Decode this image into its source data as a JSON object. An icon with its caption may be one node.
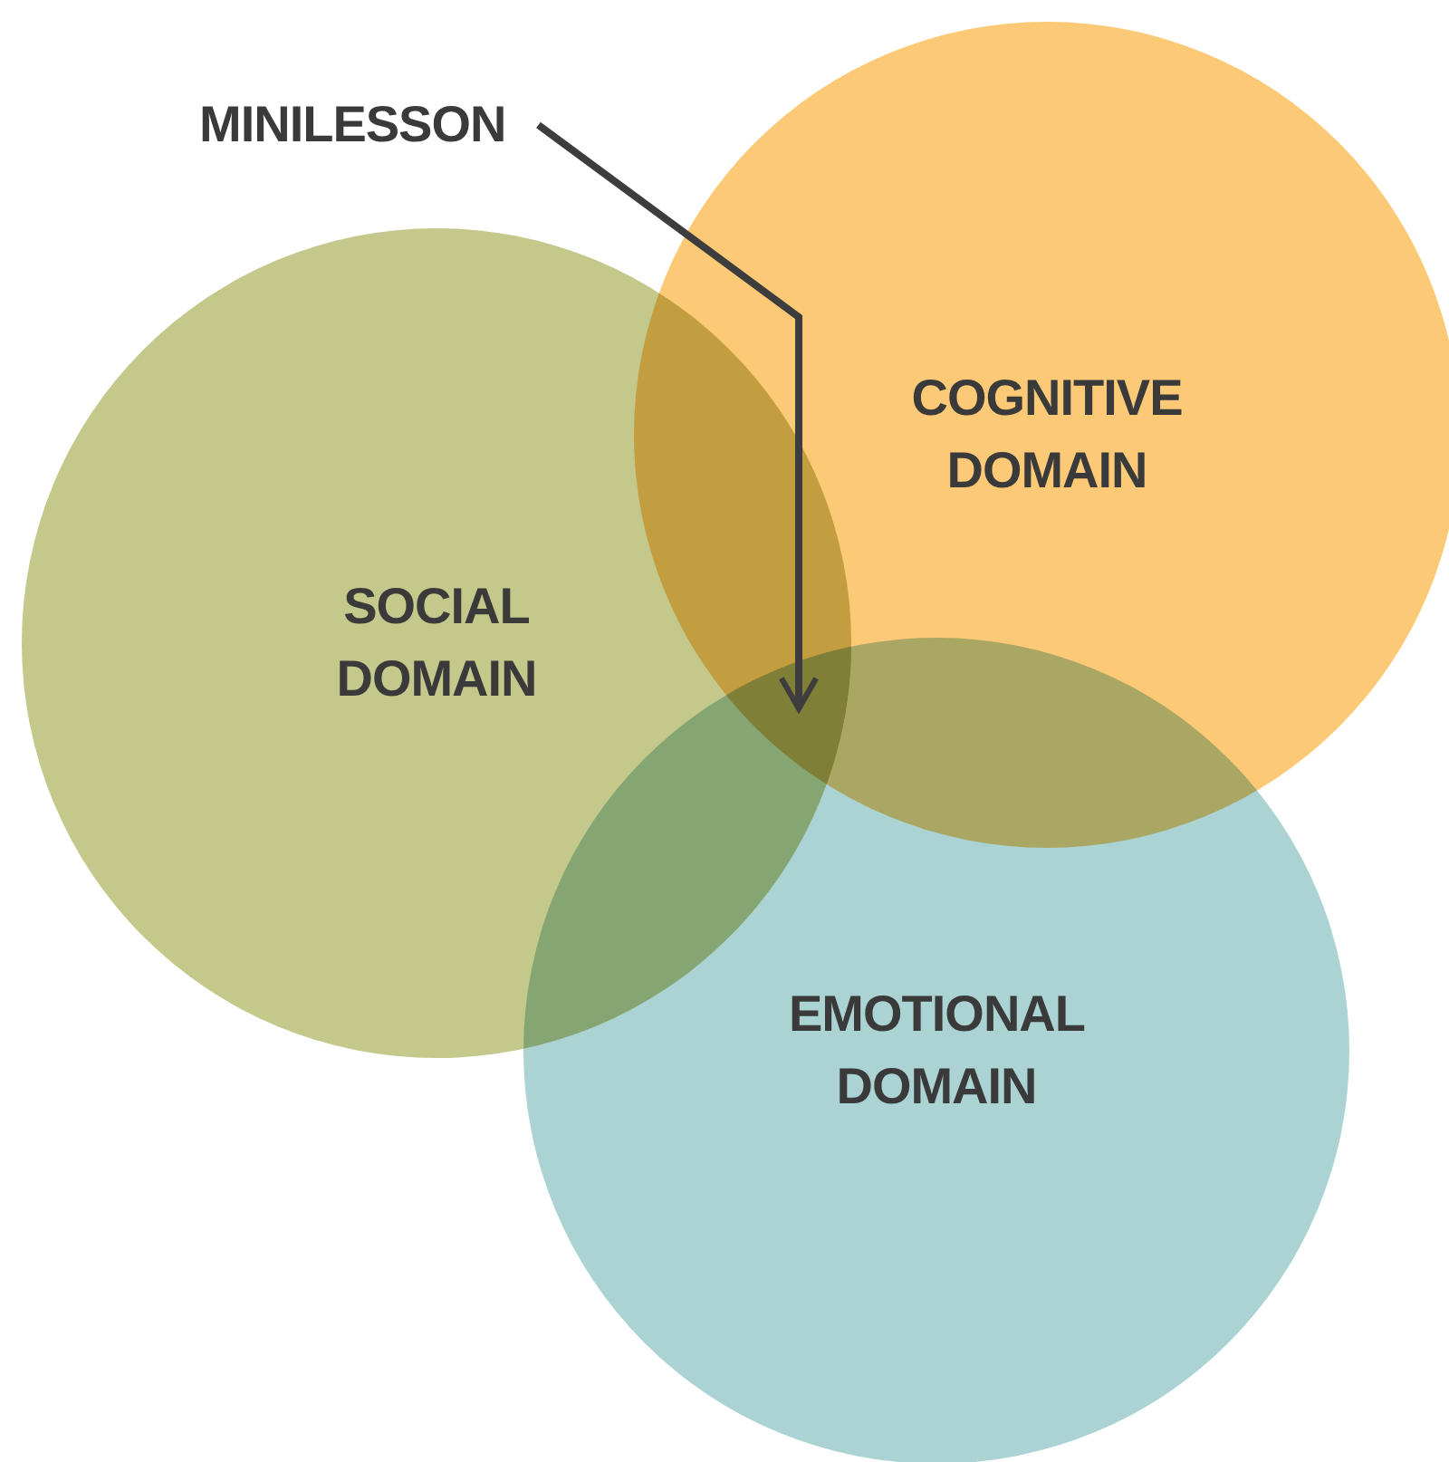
{
  "diagram": {
    "nodes": [
      {
        "text": [
          "SOCIAL DOMAIN"
        ]
      },
      {
        "text": [
          "COGNITIVE DOMAIN"
        ]
      },
      {
        "text": [
          "EMOTIONAL DOMAIN"
        ]
      },
      {
        "text": [
          "MINILESSON"
        ]
      },
      {
        "text": [],
        "shape": "region"
      }
    ],
    "edges": [
      {
        "from": 3,
        "to": 4,
        "arrow": "to"
      }
    ]
  }
}
